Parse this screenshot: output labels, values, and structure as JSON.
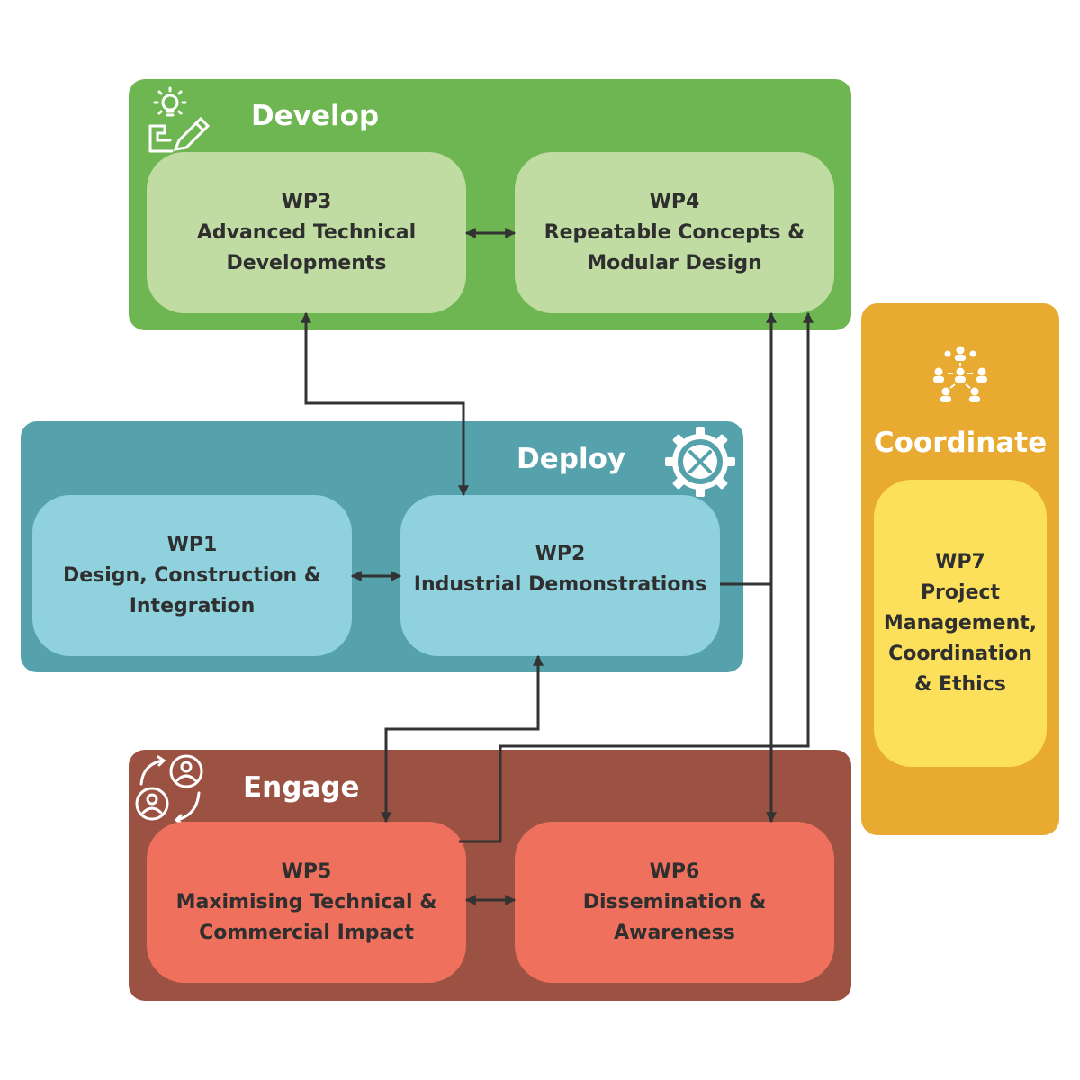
{
  "colors": {
    "develop_bg": "#6DB652",
    "develop_box": "#C1DCA3",
    "deploy_bg": "#56A2AC",
    "deploy_box": "#8FD2DE",
    "engage_bg": "#9B5243",
    "engage_box": "#EE705D",
    "coordinate_bg": "#E8AA31",
    "coordinate_box": "#FCE05B",
    "text": "#2f2f2f",
    "arrow": "#333333"
  },
  "groups": {
    "develop": {
      "title": "Develop",
      "icon": "lightbulb-pencil-icon"
    },
    "deploy": {
      "title": "Deploy",
      "icon": "gear-tools-icon"
    },
    "engage": {
      "title": "Engage",
      "icon": "people-exchange-icon"
    },
    "coordinate": {
      "title": "Coordinate",
      "icon": "team-network-icon"
    }
  },
  "work_packages": {
    "wp1": {
      "id": "WP1",
      "name": "Design, Construction &\nIntegration"
    },
    "wp2": {
      "id": "WP2",
      "name": "Industrial Demonstrations"
    },
    "wp3": {
      "id": "WP3",
      "name": "Advanced Technical\nDevelopments"
    },
    "wp4": {
      "id": "WP4",
      "name": "Repeatable Concepts &\nModular Design"
    },
    "wp5": {
      "id": "WP5",
      "name": "Maximising Technical &\nCommercial Impact"
    },
    "wp6": {
      "id": "WP6",
      "name": "Dissemination &\nAwareness"
    },
    "wp7": {
      "id": "WP7",
      "name": "Project\nManagement,\nCoordination\n& Ethics"
    }
  }
}
